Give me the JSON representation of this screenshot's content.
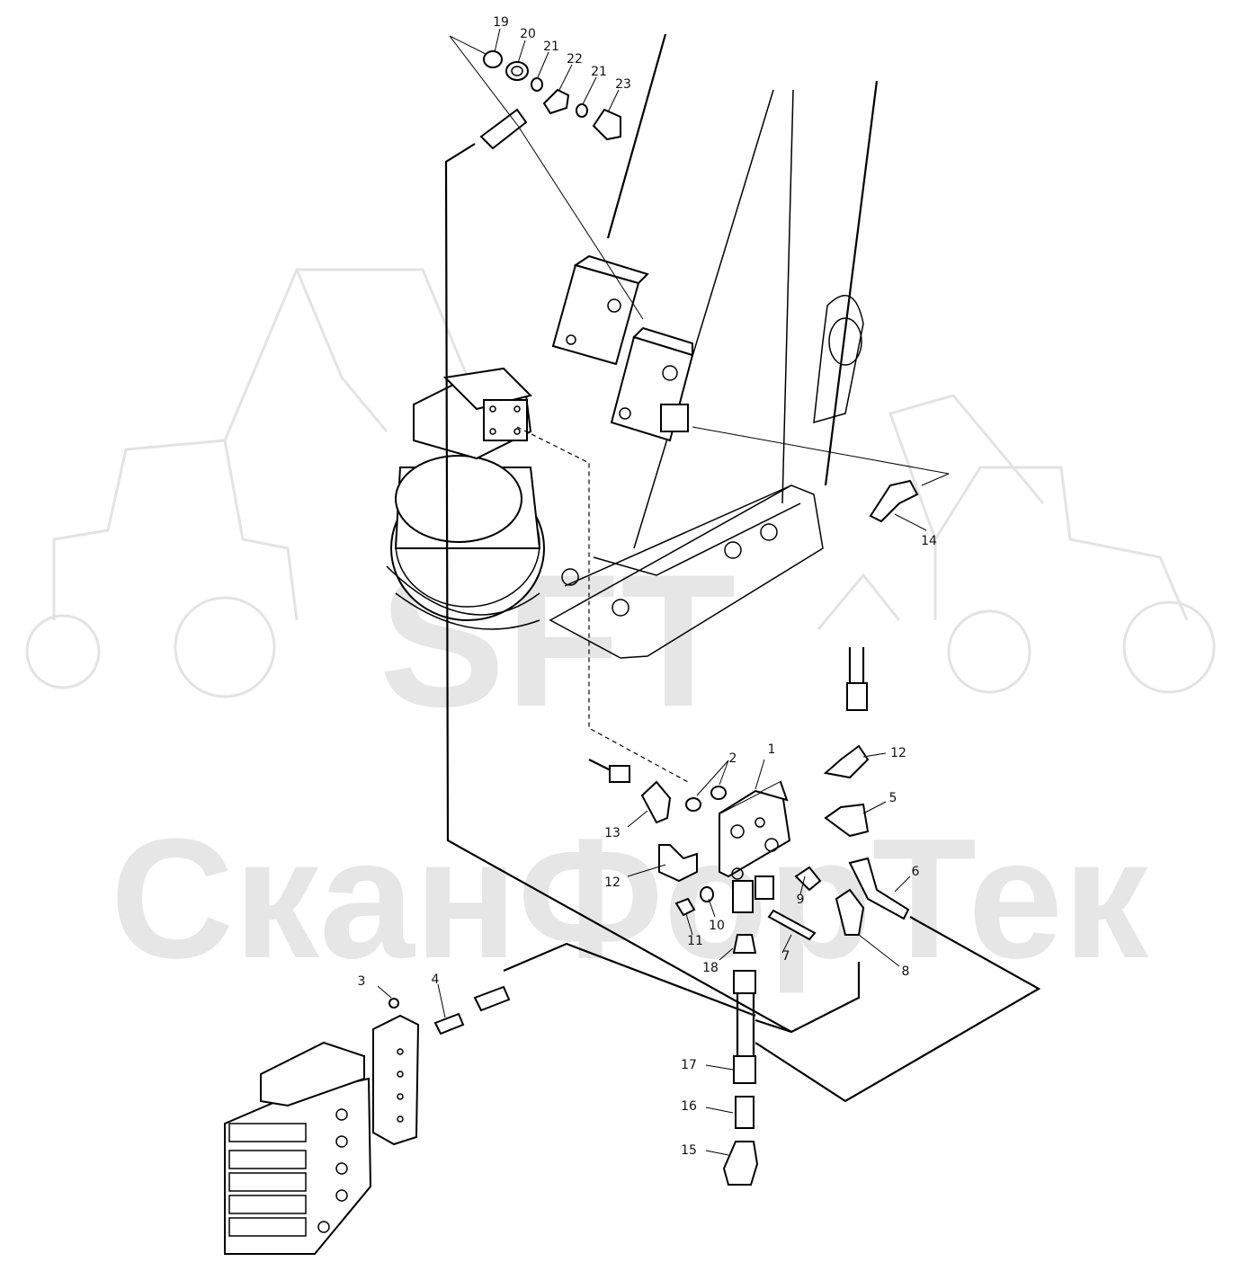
{
  "diagram": {
    "watermark": {
      "logo_text": "SFT",
      "brand_text": "СканФорТек"
    },
    "callouts": [
      {
        "id": "c1",
        "label": "1"
      },
      {
        "id": "c2",
        "label": "2"
      },
      {
        "id": "c3",
        "label": "3"
      },
      {
        "id": "c4",
        "label": "4"
      },
      {
        "id": "c5",
        "label": "5"
      },
      {
        "id": "c6",
        "label": "6"
      },
      {
        "id": "c7",
        "label": "7"
      },
      {
        "id": "c8",
        "label": "8"
      },
      {
        "id": "c9",
        "label": "9"
      },
      {
        "id": "c10",
        "label": "10"
      },
      {
        "id": "c11",
        "label": "11"
      },
      {
        "id": "c12a",
        "label": "12"
      },
      {
        "id": "c12b",
        "label": "12"
      },
      {
        "id": "c13",
        "label": "13"
      },
      {
        "id": "c14",
        "label": "14"
      },
      {
        "id": "c15",
        "label": "15"
      },
      {
        "id": "c16",
        "label": "16"
      },
      {
        "id": "c17",
        "label": "17"
      },
      {
        "id": "c18",
        "label": "18"
      },
      {
        "id": "c19",
        "label": "19"
      },
      {
        "id": "c20",
        "label": "20"
      },
      {
        "id": "c21a",
        "label": "21"
      },
      {
        "id": "c22",
        "label": "22"
      },
      {
        "id": "c21b",
        "label": "21"
      },
      {
        "id": "c23",
        "label": "23"
      }
    ]
  }
}
